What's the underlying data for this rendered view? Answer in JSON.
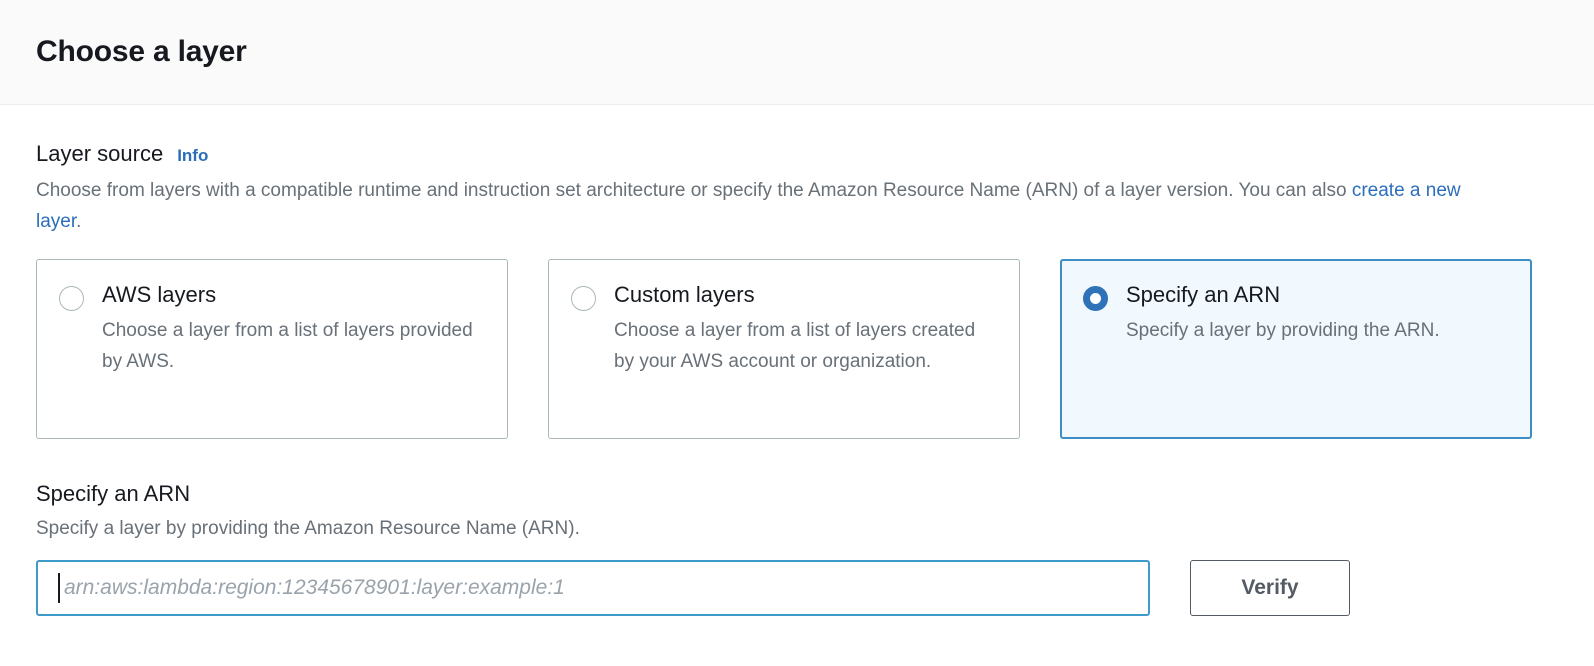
{
  "header": {
    "title": "Choose a layer"
  },
  "layer_source": {
    "label": "Layer source",
    "info_label": "Info",
    "description_before_link": "Choose from layers with a compatible runtime and instruction set architecture or specify the Amazon Resource Name (ARN) of a layer version. You can also ",
    "description_link": "create a new layer",
    "description_after_link": ".",
    "options": [
      {
        "label": "AWS layers",
        "description": "Choose a layer from a list of layers provided by AWS.",
        "selected": false
      },
      {
        "label": "Custom layers",
        "description": "Choose a layer from a list of layers created by your AWS account or organization.",
        "selected": false
      },
      {
        "label": "Specify an ARN",
        "description": "Specify a layer by providing the ARN.",
        "selected": true
      }
    ]
  },
  "arn_section": {
    "heading": "Specify an ARN",
    "description": "Specify a layer by providing the Amazon Resource Name (ARN).",
    "input_value": "",
    "input_placeholder": "arn:aws:lambda:region:12345678901:layer:example:1",
    "verify_label": "Verify"
  },
  "colors": {
    "accent_blue": "#2a6ebb",
    "selected_border": "#3e8ec4",
    "selected_background": "#f1f8fe",
    "focus_border": "#3e9bc9",
    "text_primary": "#16191f",
    "text_secondary": "#687078",
    "header_background": "#fafafa"
  }
}
